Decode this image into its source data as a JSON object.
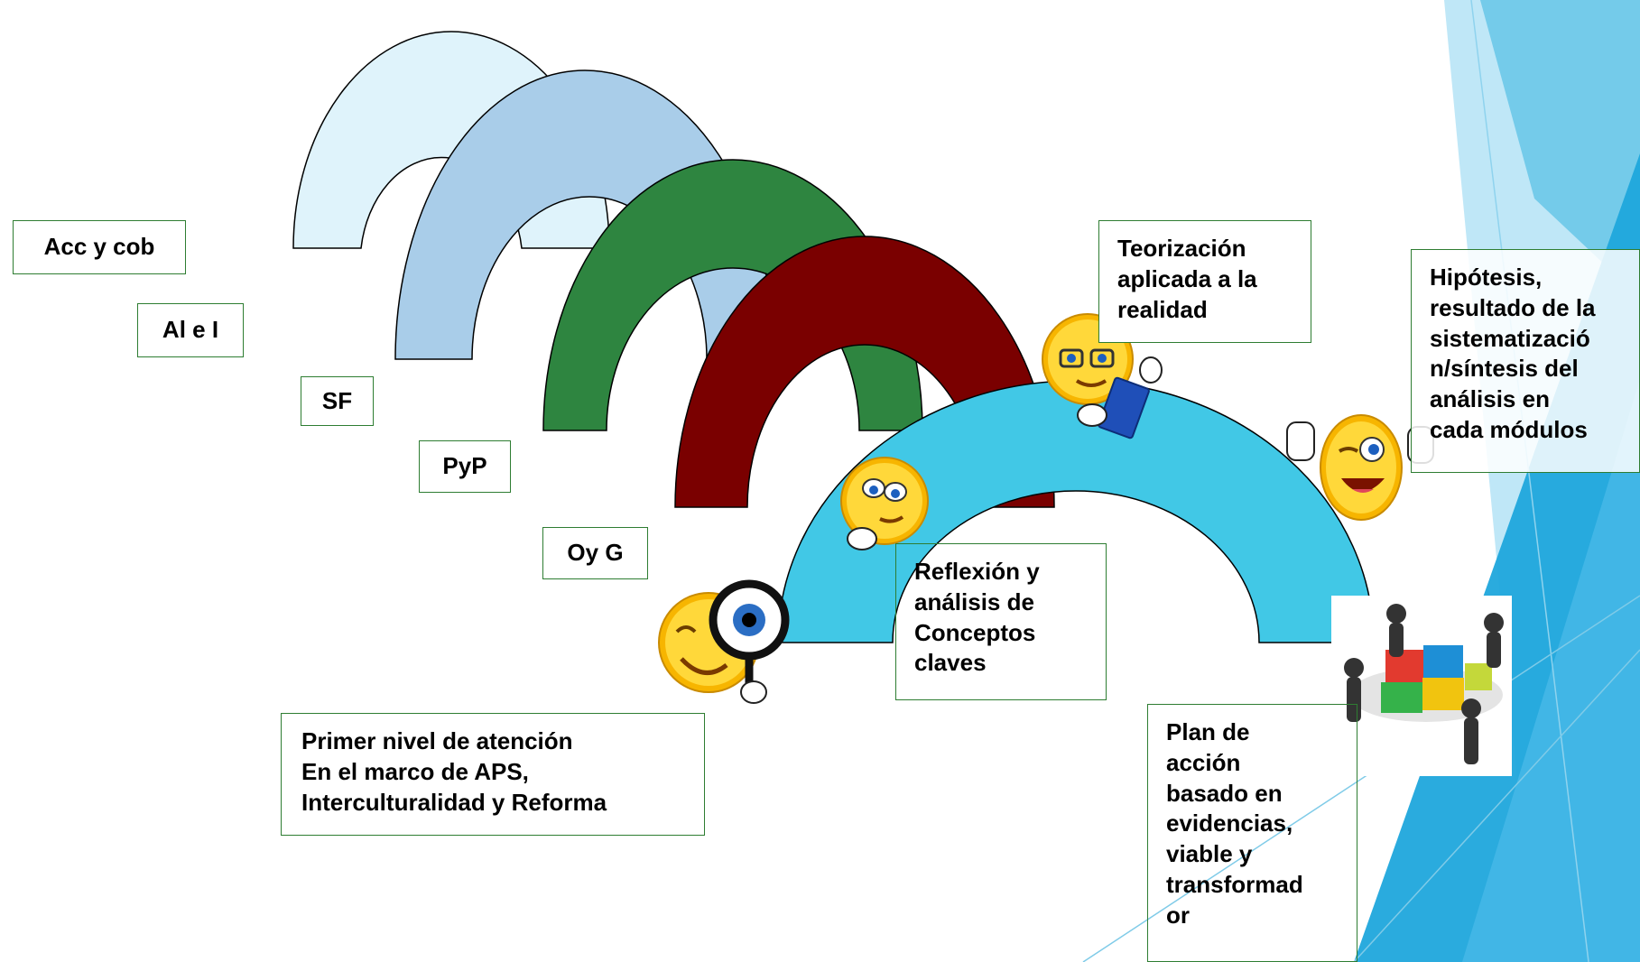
{
  "colors": {
    "arc1": "#dff3fb",
    "arc2": "#a9cde9",
    "arc3": "#2e8540",
    "arc4": "#7a0000",
    "arc5": "#41c8e6",
    "box_border": "#2e7d32",
    "deco_light": "#bfe7f7",
    "deco_mid": "#74cbea",
    "deco_dark": "#1fa6dc"
  },
  "labels": {
    "acc": "Acc y cob",
    "al": "Al e I",
    "sf": "SF",
    "pyp": "PyP",
    "oyg": "Oy G",
    "primer": "Primer nivel de atención\nEn el marco de APS,\nInterculturalidad y Reforma",
    "reflexion": "Reflexión y\nanálisis de\nConceptos\nclaves",
    "teorizacion": "Teorización\naplicada a la\nrealidad",
    "hipotesis": "Hipótesis,\nresultado de la\nsistematizació\nn/síntesis del\nanálisis en\ncada módulos",
    "plan": "Plan de\nacción\nbasado en\nevidencias,\nviable y\ntransformad\nor"
  },
  "icons": {
    "magnifier_smiley": "smiley-magnifier-icon",
    "thinking_smiley": "smiley-thinking-icon",
    "teacher_smiley": "smiley-glasses-book-icon",
    "thumbs_smiley": "smiley-thumbs-up-icon",
    "puzzle_team": "puzzle-team-icon"
  }
}
